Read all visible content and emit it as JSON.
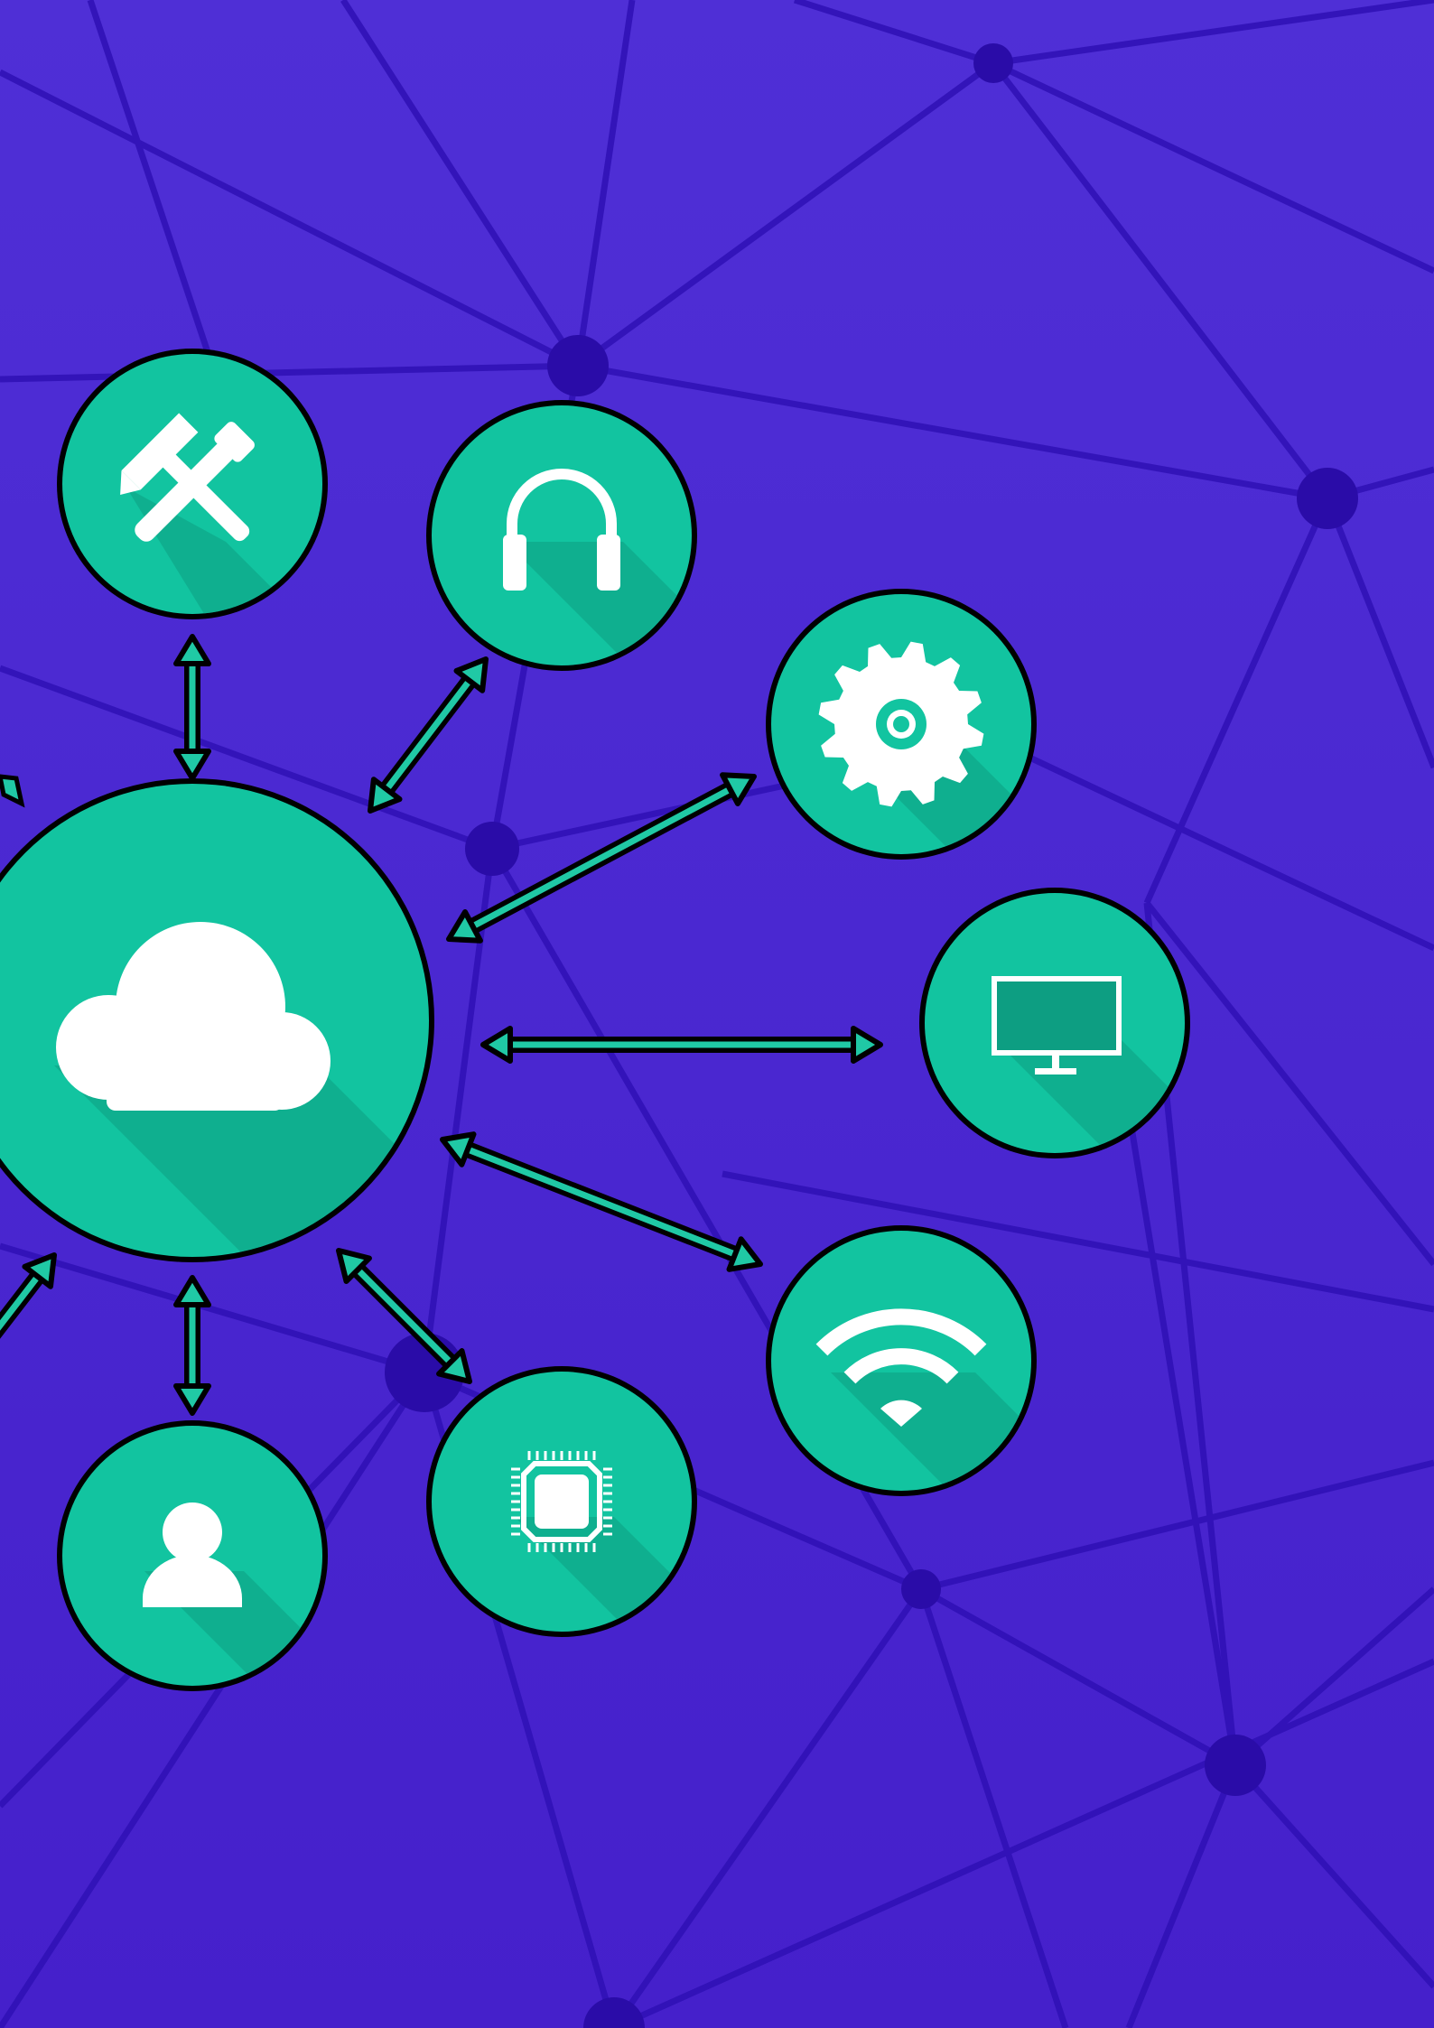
{
  "colors": {
    "background_top": "#4f2fd6",
    "background_bottom": "#4622cc",
    "network_line": "#2f10b5",
    "network_node": "#2a0ca8",
    "node_fill": "#12c4a0",
    "node_fill_dark": "#0d9e82",
    "node_outline": "#000000",
    "arrow": "#20c9a5",
    "glyph": "#ffffff"
  },
  "nodes": [
    {
      "name": "cloud-hub",
      "icon": "cloud-icon"
    },
    {
      "name": "tools-node",
      "icon": "tools-icon"
    },
    {
      "name": "headphones-node",
      "icon": "headphones-icon"
    },
    {
      "name": "settings-node",
      "icon": "gear-icon"
    },
    {
      "name": "monitor-node",
      "icon": "monitor-icon"
    },
    {
      "name": "wifi-node",
      "icon": "wifi-icon"
    },
    {
      "name": "chip-node",
      "icon": "chip-icon"
    },
    {
      "name": "user-node",
      "icon": "user-icon"
    }
  ],
  "connections": [
    {
      "from": "cloud-hub",
      "to": "tools-node"
    },
    {
      "from": "cloud-hub",
      "to": "headphones-node"
    },
    {
      "from": "cloud-hub",
      "to": "settings-node"
    },
    {
      "from": "cloud-hub",
      "to": "monitor-node"
    },
    {
      "from": "cloud-hub",
      "to": "wifi-node"
    },
    {
      "from": "cloud-hub",
      "to": "chip-node"
    },
    {
      "from": "cloud-hub",
      "to": "user-node"
    }
  ]
}
